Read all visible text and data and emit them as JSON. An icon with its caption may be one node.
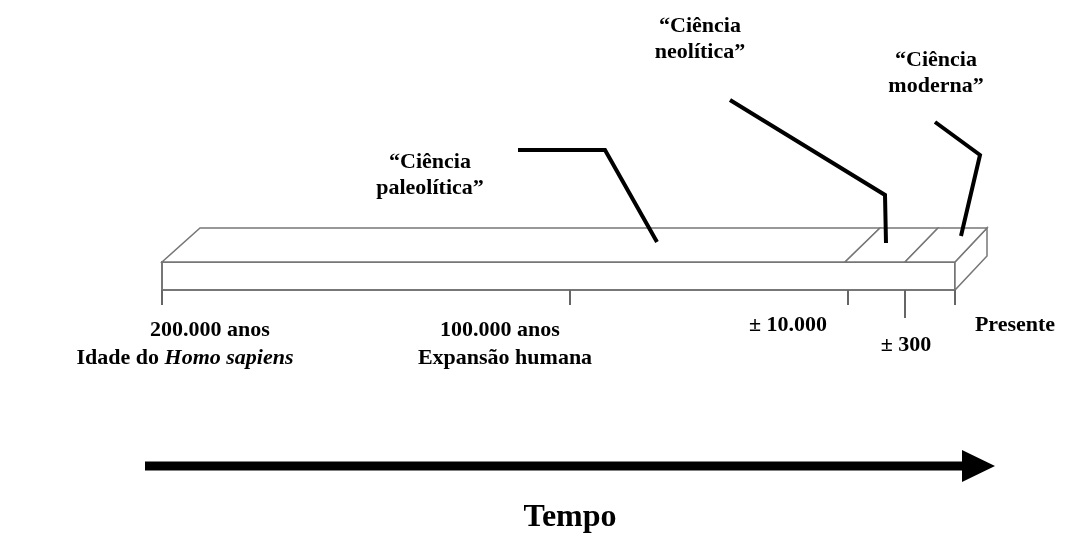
{
  "diagram": {
    "nodes": [
      {
        "text": [
          "“Ciência paleolítica”"
        ]
      },
      {
        "text": [
          "“Ciência neolítica”"
        ]
      },
      {
        "text": [
          "“Ciência moderna”"
        ]
      },
      {
        "text": [],
        "shape": "bar"
      },
      {
        "text": [],
        "shape": "bar"
      },
      {
        "text": [],
        "shape": "bar"
      }
    ],
    "edges": [
      {
        "from": 0,
        "to": 3,
        "arrow": "none"
      },
      {
        "from": 1,
        "to": 4,
        "arrow": "none"
      },
      {
        "from": 2,
        "to": 5,
        "arrow": "none"
      }
    ],
    "labels": [
      "200.000 anos",
      "Idade do *Homo sapiens*",
      "100.000 anos",
      "Expansão humana",
      "± 10.000",
      "± 300",
      "Presente",
      "Tempo"
    ]
  }
}
